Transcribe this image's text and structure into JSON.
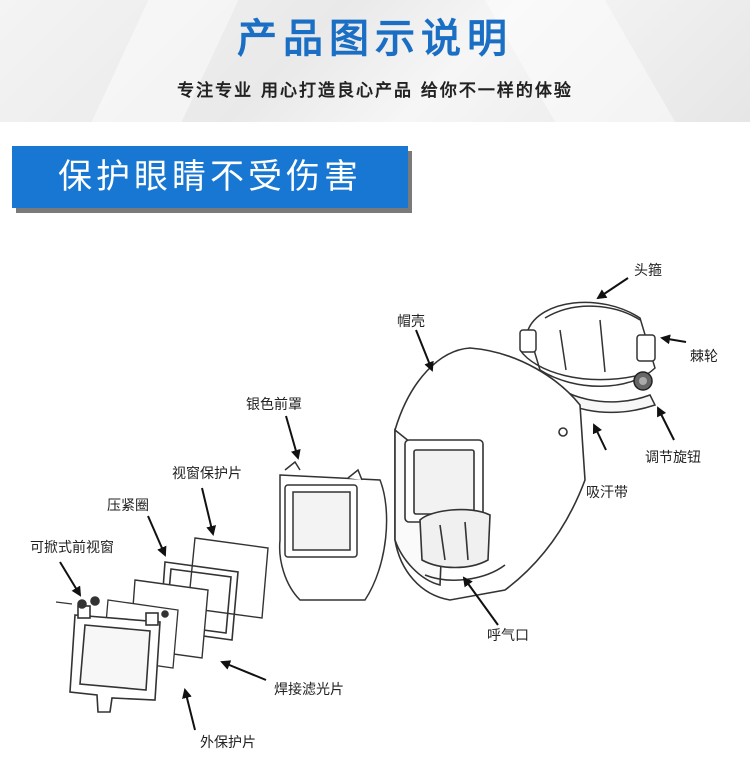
{
  "header": {
    "title": "产品图示说明",
    "subtitle": "专注专业 用心打造良心产品 给你不一样的体验"
  },
  "section": {
    "title": "保护眼睛不受伤害"
  },
  "labels": {
    "headband": "头箍",
    "ratchet": "棘轮",
    "adjust_knob": "调节旋钮",
    "sweatband": "吸汗带",
    "shell": "帽壳",
    "silver_front_cover": "银色前罩",
    "window_protector": "视窗保护片",
    "retaining_ring": "压紧圈",
    "flip_front_window": "可掀式前视窗",
    "welding_filter": "焊接滤光片",
    "outer_protector": "外保护片",
    "breathing_port": "呼气口"
  },
  "colors": {
    "brand_blue": "#1a6fc4",
    "band_blue": "#1877d2"
  }
}
